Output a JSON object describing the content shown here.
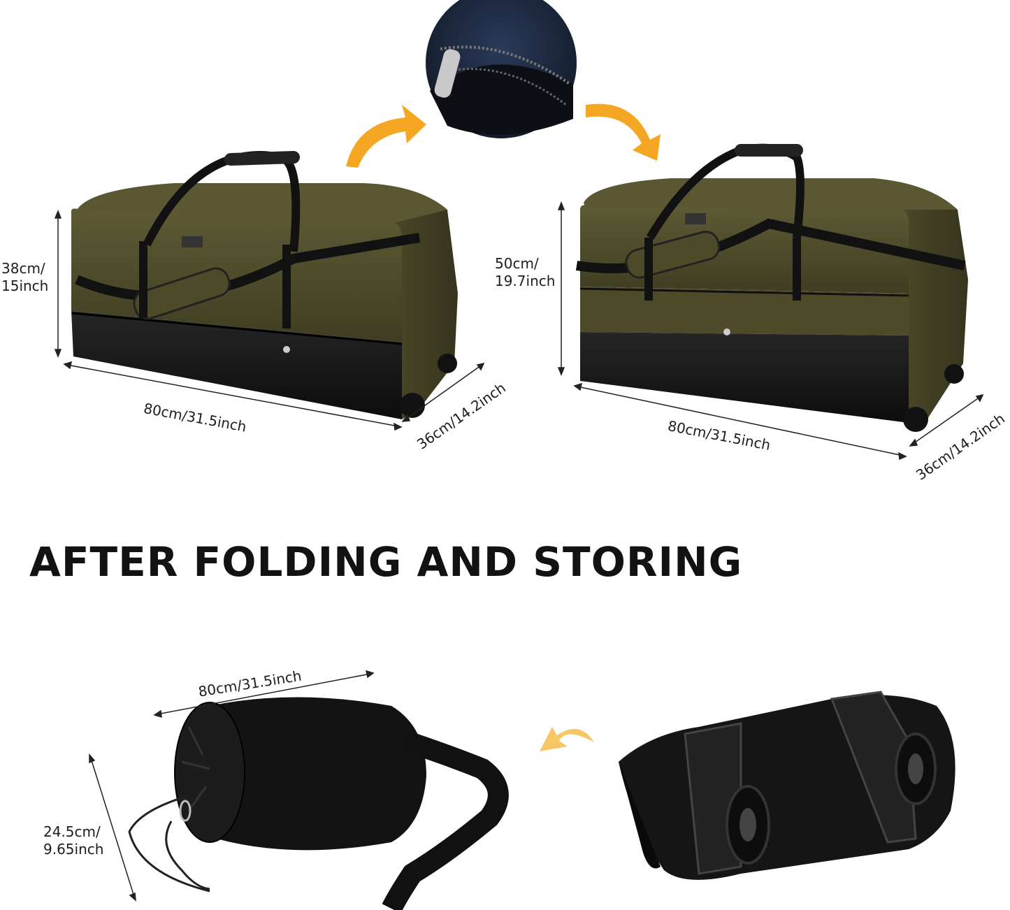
{
  "bag_expanded_small": {
    "height_label_line1": "38cm/",
    "height_label_line2": "15inch",
    "length_label": "80cm/31.5inch",
    "depth_label": "36cm/14.2inch"
  },
  "bag_expanded_large": {
    "height_label_line1": "50cm/",
    "height_label_line2": "19.7inch",
    "length_label": "80cm/31.5inch",
    "depth_label": "36cm/14.2inch"
  },
  "heading": "AFTER FOLDING AND STORING",
  "bag_folded": {
    "length_label": "80cm/31.5inch",
    "diameter_label_line1": "24.5cm/",
    "diameter_label_line2": "9.65inch"
  },
  "colors": {
    "bag_olive": "#4f4d2c",
    "bag_black": "#151515",
    "arrow_orange": "#f5a623",
    "arrow_light_orange": "#f8c765"
  },
  "icons": [
    "curved-arrow-icon",
    "curved-arrow-icon",
    "curved-arrow-icon"
  ]
}
